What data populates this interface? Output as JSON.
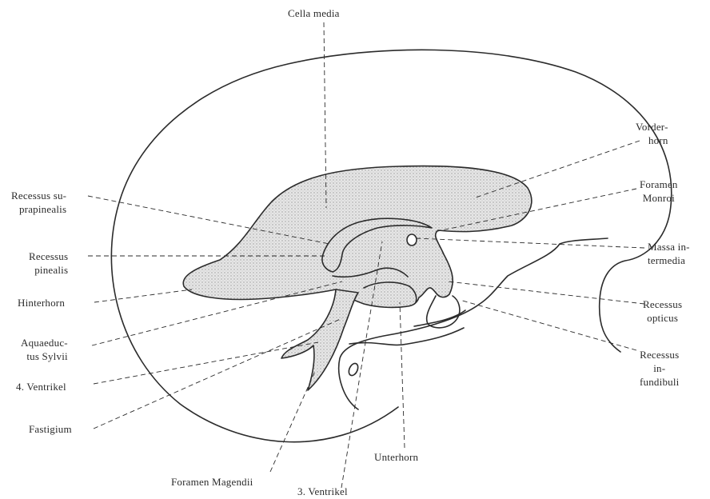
{
  "labels": {
    "cella_media": "Cella media",
    "vorderhorn": [
      "Vorder-",
      "horn"
    ],
    "foramen_monroi": [
      "Foramen",
      "Monroi"
    ],
    "massa_intermedia": [
      "Massa in-",
      "termedia"
    ],
    "recessus_opticus": [
      "Recessus",
      "opticus"
    ],
    "recessus_infundibuli": [
      "Recessus",
      "in-",
      "fundibuli"
    ],
    "recessus_suprapinealis": [
      "Recessus su-",
      "prapinealis"
    ],
    "recessus_pinealis": [
      "Recessus",
      "pinealis"
    ],
    "hinterhorn": "Hinterhorn",
    "aquaeductus_sylvii": [
      "Aquaeduc-",
      "tus Sylvii"
    ],
    "ventrikel_4": "4. Ventrikel",
    "fastigium": "Fastigium",
    "foramen_magendii": "Foramen Magendii",
    "ventrikel_3": "3. Ventrikel",
    "unterhorn": "Unterhorn"
  },
  "colors": {
    "ink": "#2b2b2b",
    "ventricle_fill": "#d9d9d9"
  }
}
